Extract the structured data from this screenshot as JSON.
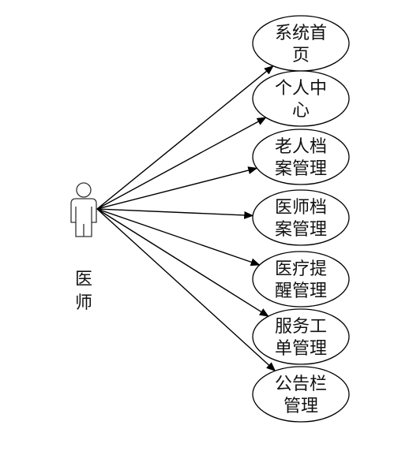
{
  "actor": {
    "icon": "person-icon",
    "label_lines": [
      "医",
      "师"
    ]
  },
  "use_cases": [
    {
      "id": "system-home",
      "lines": [
        "系统首",
        "页"
      ]
    },
    {
      "id": "personal-center",
      "lines": [
        "个人中",
        "心"
      ]
    },
    {
      "id": "elder-archive",
      "lines": [
        "老人档",
        "案管理"
      ]
    },
    {
      "id": "doctor-archive",
      "lines": [
        "医师档",
        "案管理"
      ]
    },
    {
      "id": "medical-reminder",
      "lines": [
        "医疗提",
        "醒管理"
      ]
    },
    {
      "id": "service-ticket",
      "lines": [
        "服务工",
        "单管理"
      ]
    },
    {
      "id": "notice-board",
      "lines": [
        "公告栏",
        "管理"
      ]
    }
  ],
  "colors": {
    "stroke": "#000000",
    "ellipse_fill": "#ffffff",
    "text": "#111111"
  }
}
